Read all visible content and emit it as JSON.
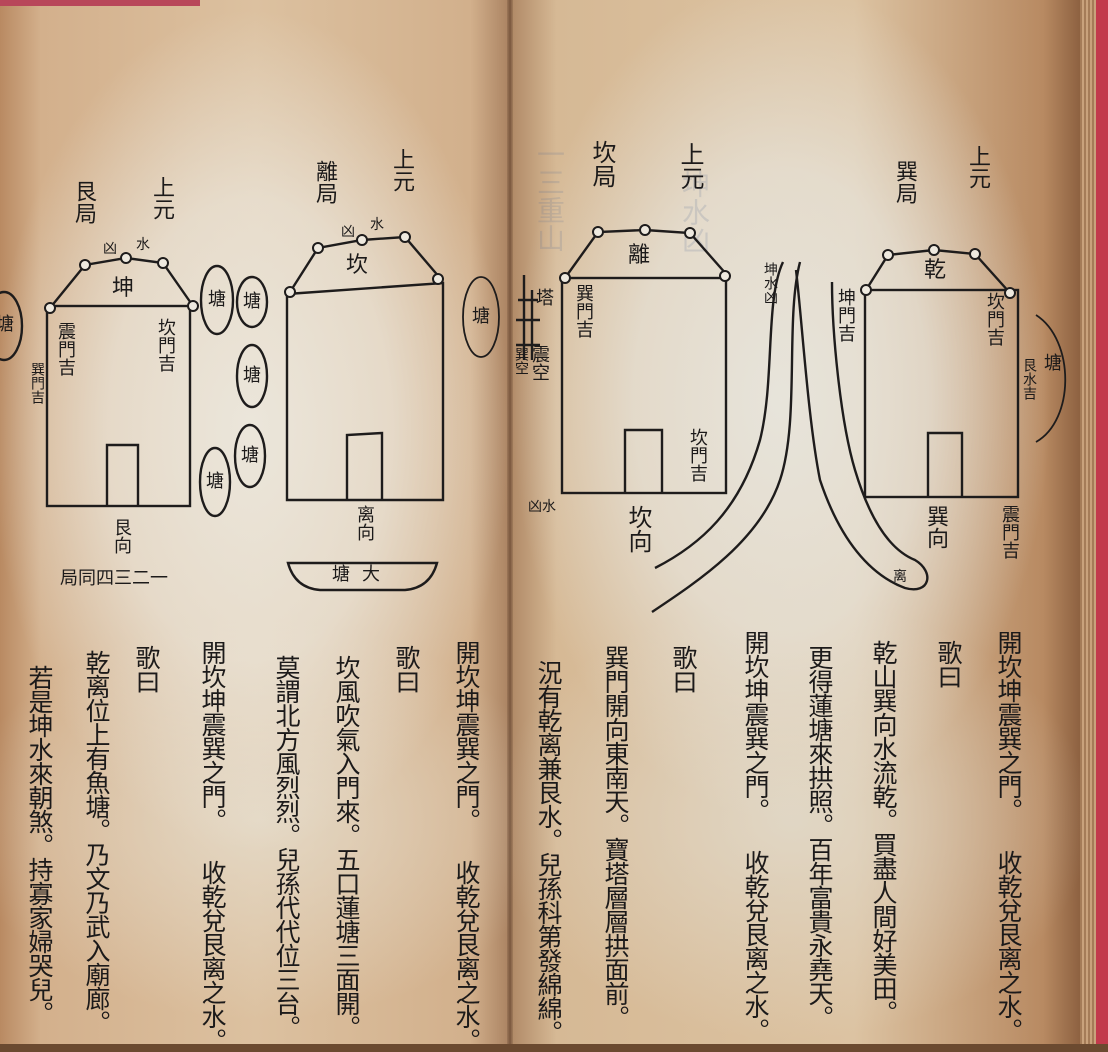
{
  "left_page": {
    "diagram_gen": {
      "era": "上元",
      "title": "艮局",
      "bad": "凶",
      "water": "水",
      "roof": "坤",
      "door_zhen": "震門吉",
      "door_kan": "坎門吉",
      "door_xun": "巽門吉",
      "facing": "艮向",
      "note": "一二三四同局",
      "ponds": [
        "塘",
        "塘",
        "塘",
        "塘",
        "塘",
        "塘"
      ]
    },
    "diagram_li": {
      "era": "上元",
      "title": "離局",
      "bad": "凶",
      "water": "水",
      "roof": "坎",
      "facing": "离向",
      "big_pond": "大塘",
      "pond": "塘"
    },
    "columns": [
      "開坎坤震巽之門。 收乾兌艮离之水。",
      "歌曰",
      "坎風吹氣入門來。五口蓮塘三面開。",
      "莫謂北方風烈烈。兒孫代代位三台。",
      "開坎坤震巽之門。 收乾兌艮离之水。",
      "歌曰",
      "乾离位上有魚塘。乃文乃武入廟廊。",
      "若是坤水來朝煞。持寡家婦哭兒。"
    ]
  },
  "right_page": {
    "diagram_kan": {
      "era": "上元",
      "title": "坎局",
      "roof": "離",
      "door_xun": "巽門吉",
      "door_kan": "坎門吉",
      "tower": "塔",
      "zhen_empty": "震空",
      "xun_empty": "巽空",
      "bad_water": "水凶",
      "facing": "坎向"
    },
    "river": {
      "label_kun": "坤水凶",
      "label_li": "离"
    },
    "diagram_xun": {
      "era": "上元",
      "title": "巽局",
      "roof": "乾",
      "door_kun": "坤門吉",
      "door_kan": "坎門吉",
      "pond": "塘",
      "gen_water": "艮水吉",
      "facing": "巽向",
      "door_zhen": "震門吉"
    },
    "columns": [
      "開坎坤震巽之門。 收乾兌艮离之水。",
      "歌曰",
      "乾山巽向水流乾。買盡人間好美田。",
      "更得蓮塘來拱照。百年富貴永堯天。",
      "開坎坤震巽之門。 收乾兌艮离之水。",
      "歌曰",
      "巽門開向東南天。寶塔層層拱面前。",
      "況有乾离兼艮水。兒孫科第發綿綿。"
    ]
  }
}
